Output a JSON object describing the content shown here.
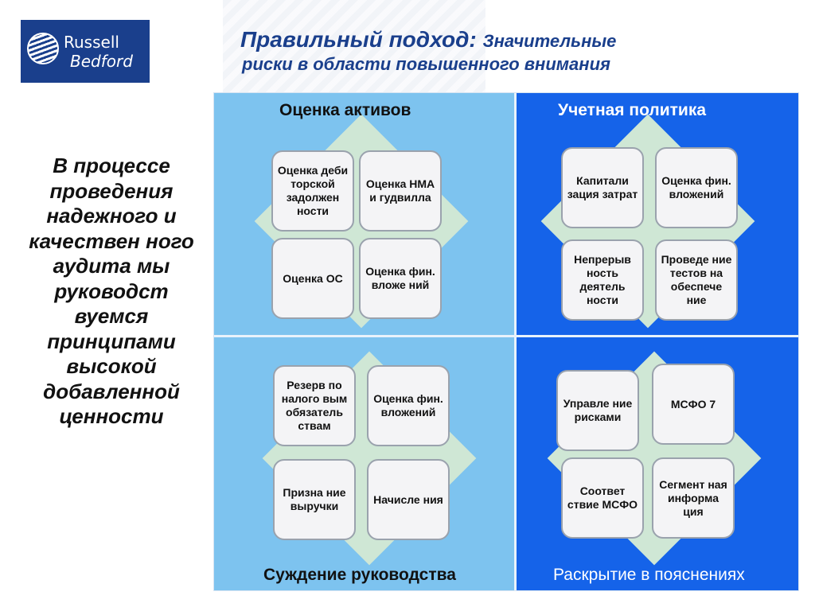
{
  "logo": {
    "line1": "Russell",
    "line2": "Bedford"
  },
  "title": {
    "line1_main": "Правильный подход:",
    "line1_rest": "Значительные",
    "line2": "риски в области повышенного внимания"
  },
  "left_text": "В процессе проведения надежного и качествен ного аудита мы руководст вуемся принципами высокой добавленной ценности",
  "quadrants": {
    "top_left": {
      "label": "Оценка активов",
      "tiles": [
        "Оценка деби торской задолжен ности",
        "Оценка НМА и гудвилла",
        "Оценка ОС",
        "Оценка фин. вложе ний"
      ]
    },
    "top_right": {
      "label": "Учетная политика",
      "tiles": [
        "Капитали зация затрат",
        "Оценка фин. вложений",
        "Непрерыв ность деятель ности",
        "Проведе ние тестов на обеспече ние"
      ]
    },
    "bottom_left": {
      "label": "Суждение руководства",
      "tiles": [
        "Резерв по налого вым обязатель ствам",
        "Оценка фин. вложений",
        "Призна ние выручки",
        "Начисле ния"
      ]
    },
    "bottom_right": {
      "label": "Раскрытие в пояснениях",
      "tiles": [
        "Управле ние рисками",
        "МСФО 7",
        "Соответ ствие МСФО",
        "Сегмент ная информа ция"
      ]
    }
  },
  "colors": {
    "light_quadrant": "#7dc3ef",
    "dark_quadrant": "#1563e9",
    "brand": "#1a3f8c",
    "diamond": "#cfe7d5"
  }
}
